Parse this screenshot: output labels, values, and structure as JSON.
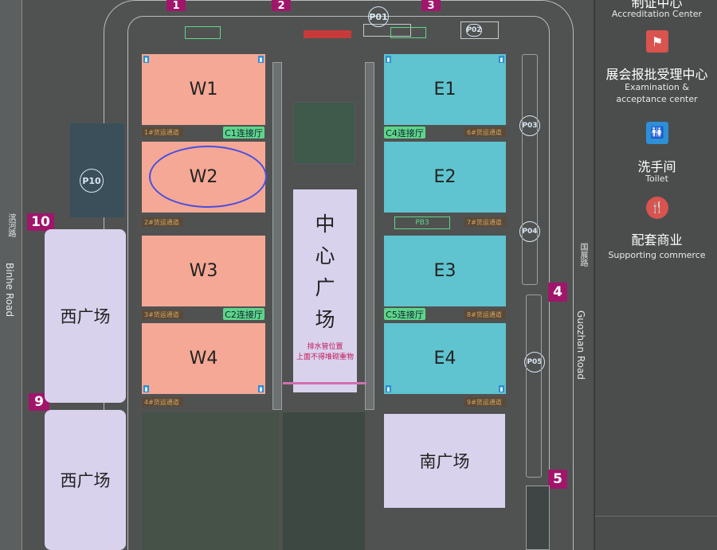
{
  "halls": {
    "w1": "W1",
    "w2": "W2",
    "w3": "W3",
    "w4": "W4",
    "e1": "E1",
    "e2": "E2",
    "e3": "E3",
    "e4": "E4"
  },
  "plazas": {
    "center_1": "中",
    "center_2": "心",
    "center_3": "广",
    "center_4": "场",
    "center_note_1": "排水管位置",
    "center_note_2": "上面不得堆砌重物",
    "west_1": "西广场",
    "west_2": "西广场",
    "south": "南广场"
  },
  "connectors": {
    "c1": "C1连接厅",
    "c2": "C2连接厅",
    "c4": "C4连接厅",
    "c5": "C5连接厅"
  },
  "channels": {
    "ch1": "1#货运通道",
    "ch2": "2#货运通道",
    "ch3": "3#货运通道",
    "ch4": "4#货运通道",
    "ch6": "6#货运通道",
    "ch7": "7#货运通道",
    "ch8": "8#货运通道",
    "ch9": "9#货运通道"
  },
  "gates": {
    "g1": "1",
    "g2": "2",
    "g3": "3",
    "g4": "4",
    "g5": "5",
    "g9": "9",
    "g10": "10"
  },
  "parking": {
    "p1": "P01",
    "p2": "P02",
    "p3": "P03",
    "p4": "P04",
    "p5": "P05",
    "p10": "P10",
    "pb3": "PB3"
  },
  "roads": {
    "binhe_zh": "滨河路",
    "binhe_en": "Binhe Road",
    "guozhan_zh": "国展路",
    "guozhan_en": "Guozhan Road"
  },
  "legend": {
    "accreditation_zh": "制证中心",
    "accreditation_en": "Accreditation Center",
    "exam_zh": "展会报批受理中心",
    "exam_en_1": "Examination &",
    "exam_en_2": "acceptance center",
    "toilet_zh": "洗手间",
    "toilet_en": "Toilet",
    "commerce_zh": "配套商业",
    "commerce_en": "Supporting commerce"
  },
  "colors": {
    "west_hall": "#f4a895",
    "east_hall": "#5fc4cf",
    "plaza": "#d9d2ec",
    "connector": "#5ed58a",
    "gate": "#a0166a",
    "highlight": "#4a4fe0"
  }
}
